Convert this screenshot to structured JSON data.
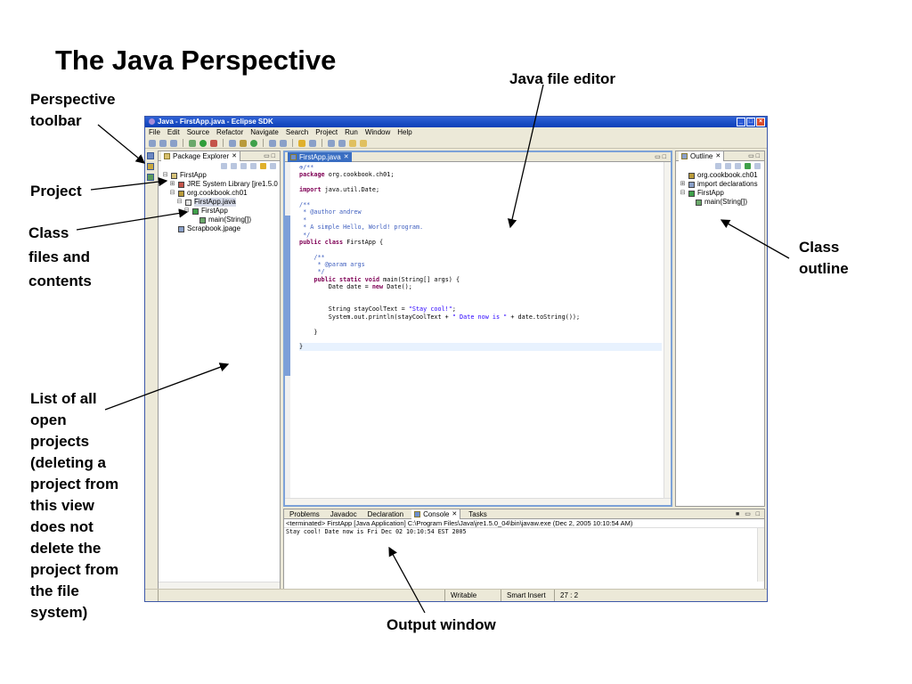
{
  "slide": {
    "title": "The Java Perspective",
    "callouts": {
      "perspective_toolbar": [
        "Perspective",
        "toolbar"
      ],
      "project": [
        "Project"
      ],
      "class_files": [
        "Class",
        "files and",
        "contents"
      ],
      "open_projects": [
        "List of all",
        "open",
        "projects",
        "(deleting a",
        "project from",
        "this view",
        "does not",
        "delete the",
        "project from",
        "the file",
        "system)"
      ],
      "java_editor": [
        "Java file editor"
      ],
      "class_outline": [
        "Class",
        "outline"
      ],
      "output_window": [
        "Output window"
      ]
    }
  },
  "window": {
    "title": "Java - FirstApp.java - Eclipse SDK",
    "menu": [
      "File",
      "Edit",
      "Source",
      "Refactor",
      "Navigate",
      "Search",
      "Project",
      "Run",
      "Window",
      "Help"
    ]
  },
  "package_explorer": {
    "tab_label": "Package Explorer",
    "tree": [
      {
        "label": "FirstApp",
        "depth": 0,
        "expander": "⊟"
      },
      {
        "label": "JRE System Library [jre1.5.0",
        "depth": 1,
        "expander": "⊞"
      },
      {
        "label": "org.cookbook.ch01",
        "depth": 1,
        "expander": "⊟"
      },
      {
        "label": "FirstApp.java",
        "depth": 2,
        "expander": "⊟",
        "selected": true
      },
      {
        "label": "FirstApp",
        "depth": 3,
        "expander": "⊟"
      },
      {
        "label": "main(String[])",
        "depth": 4,
        "expander": ""
      },
      {
        "label": "Scrapbook.jpage",
        "depth": 1,
        "expander": ""
      }
    ]
  },
  "editor": {
    "tab_label": "FirstApp.java",
    "code_lines": [
      {
        "t": "⊕/**",
        "c": "cm"
      },
      {
        "t": "package org.cookbook.ch01;",
        "kw": "package"
      },
      {
        "t": ""
      },
      {
        "t": "import java.util.Date;",
        "kw": "import"
      },
      {
        "t": ""
      },
      {
        "t": "/**",
        "c": "cm"
      },
      {
        "t": " * @author andrew",
        "c": "cm"
      },
      {
        "t": " *",
        "c": "cm"
      },
      {
        "t": " * A simple Hello, World! program.",
        "c": "cm"
      },
      {
        "t": " */",
        "c": "cm"
      },
      {
        "t": "public class FirstApp {",
        "kw": "public class"
      },
      {
        "t": ""
      },
      {
        "t": "    /**",
        "c": "cm"
      },
      {
        "t": "     * @param args",
        "c": "cm"
      },
      {
        "t": "     */",
        "c": "cm"
      },
      {
        "t": "    public static void main(String[] args) {",
        "kw": "public static void"
      },
      {
        "t": "        Date date = new Date();",
        "kw2": "new"
      },
      {
        "t": ""
      },
      {
        "t": ""
      },
      {
        "t": "        String stayCoolText = \"Stay cool!\";",
        "str": "\"Stay cool!\""
      },
      {
        "t": "        System.out.println(stayCoolText + \" Date now is \" + date.toString());",
        "str": "\" Date now is \""
      },
      {
        "t": ""
      },
      {
        "t": "    }"
      },
      {
        "t": ""
      },
      {
        "t": "}",
        "current": true
      }
    ]
  },
  "outline": {
    "tab_label": "Outline",
    "tree": [
      {
        "label": "org.cookbook.ch01",
        "depth": 0,
        "expander": ""
      },
      {
        "label": "import declarations",
        "depth": 0,
        "expander": "⊞"
      },
      {
        "label": "FirstApp",
        "depth": 0,
        "expander": "⊟"
      },
      {
        "label": "main(String[])",
        "depth": 1,
        "expander": ""
      }
    ]
  },
  "bottom": {
    "tabs": [
      "Problems",
      "Javadoc",
      "Declaration",
      "Console",
      "Tasks"
    ],
    "active_tab": "Console",
    "console_head": "<terminated> FirstApp [Java Application] C:\\Program Files\\Java\\jre1.5.0_04\\bin\\javaw.exe (Dec 2, 2005 10:10:54 AM)",
    "console_output": "Stay cool! Date now is Fri Dec 02 10:10:54 EST 2005"
  },
  "status": {
    "writable": "Writable",
    "insert_mode": "Smart Insert",
    "position": "27 : 2"
  }
}
